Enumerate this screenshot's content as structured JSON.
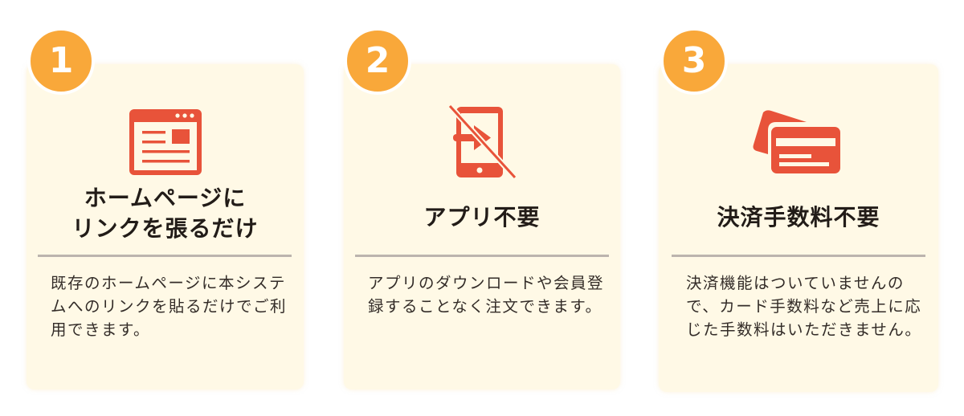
{
  "colors": {
    "badge": "#f9a83a",
    "card_background": "#fff9e6",
    "icon": "#e8533a",
    "divider": "#bcb4ae",
    "title_text": "#221c18"
  },
  "features": [
    {
      "number": "1",
      "icon": "browser-window-icon",
      "title_line1": "ホームページに",
      "title_line2": "リンクを張るだけ",
      "description": "既存のホームページに本システムへのリンクを貼るだけでご利用できます。"
    },
    {
      "number": "2",
      "icon": "no-app-smartphone-icon",
      "title_line1": "アプリ不要",
      "description": "アプリのダウンロードや会員登録することなく注文できます。"
    },
    {
      "number": "3",
      "icon": "credit-card-icon",
      "title_line1": "決済手数料不要",
      "description": "決済機能はついていませんので、カード手数料など売上に応じた手数料はいただきません。"
    }
  ]
}
